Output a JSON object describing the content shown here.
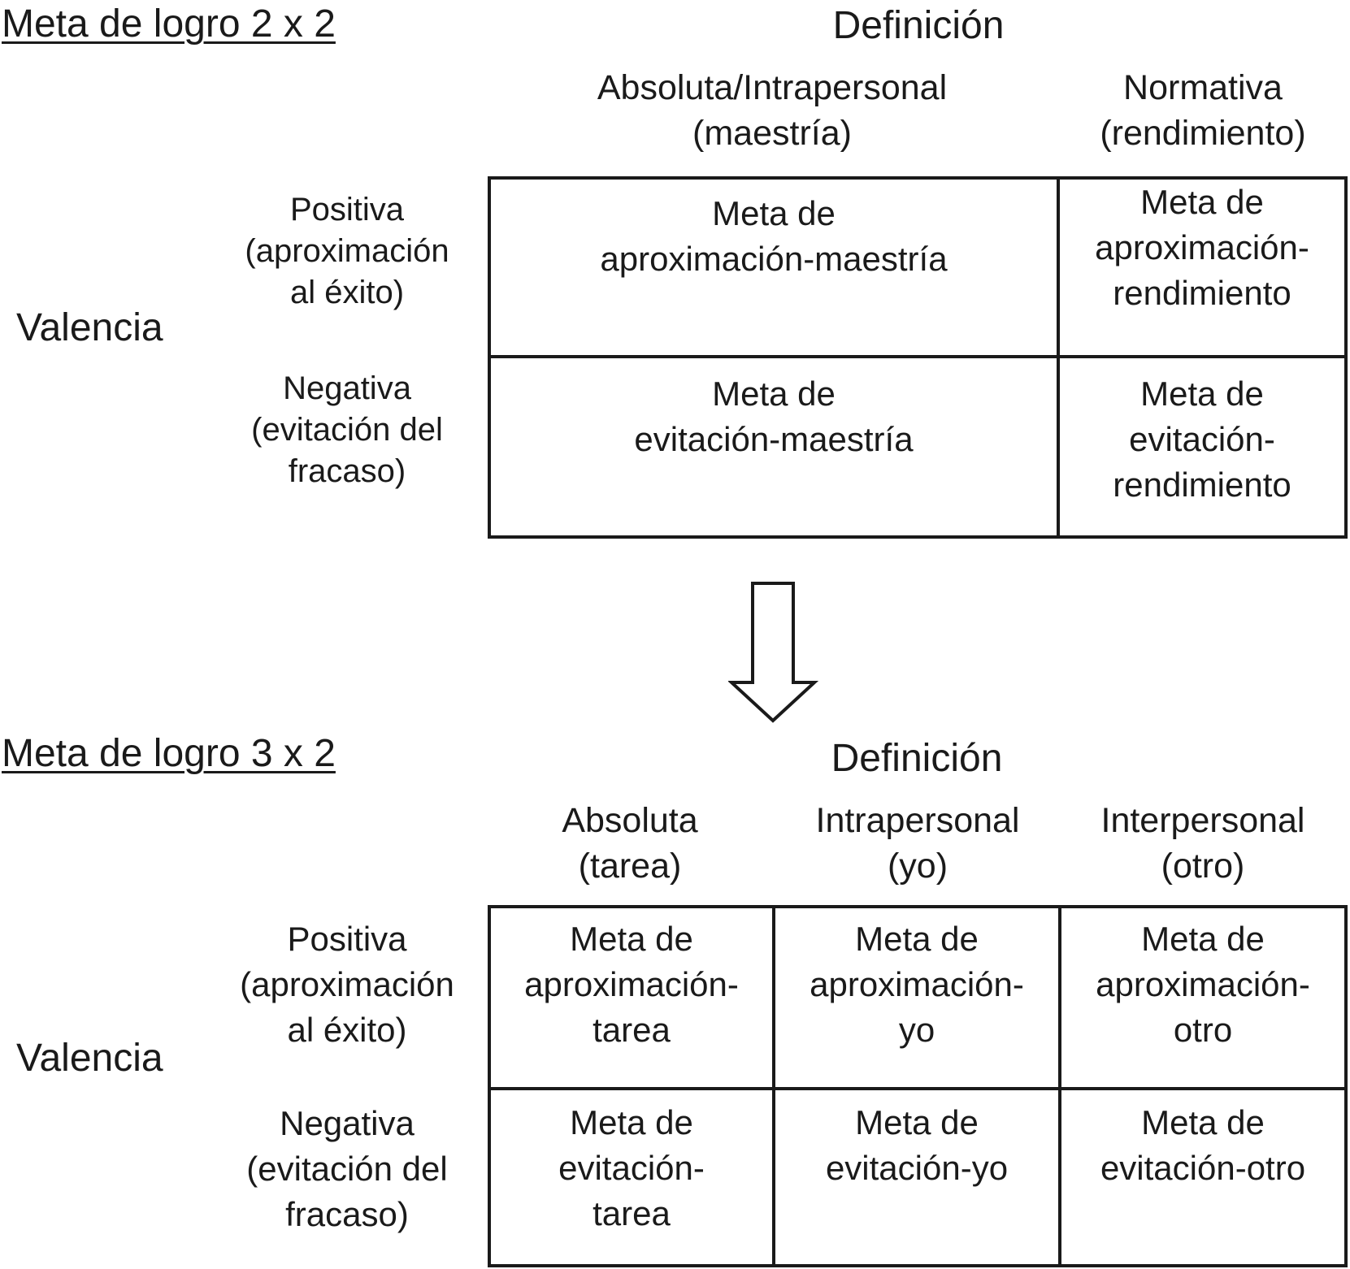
{
  "top": {
    "title": "Meta de logro 2 x 2",
    "definition": "Definición",
    "col_headers": [
      [
        "Absoluta/Intrapersonal",
        "(maestría)"
      ],
      [
        "Normativa",
        "(rendimiento)"
      ]
    ],
    "valencia": "Valencia",
    "row_headers": [
      [
        "Positiva",
        "(aproximación",
        "al éxito)"
      ],
      [
        "Negativa",
        "(evitación del",
        "fracaso)"
      ]
    ],
    "cells": [
      [
        [
          "Meta de",
          "aproximación-maestría"
        ],
        [
          "Meta de",
          "aproximación-",
          "rendimiento"
        ]
      ],
      [
        [
          "Meta de",
          "evitación-maestría"
        ],
        [
          "Meta de",
          "evitación-",
          "rendimiento"
        ]
      ]
    ]
  },
  "bottom": {
    "title": "Meta de logro 3 x 2",
    "definition": "Definición",
    "col_headers": [
      [
        "Absoluta",
        "(tarea)"
      ],
      [
        "Intrapersonal",
        "(yo)"
      ],
      [
        "Interpersonal",
        "(otro)"
      ]
    ],
    "valencia": "Valencia",
    "row_headers": [
      [
        "Positiva",
        "(aproximación",
        "al éxito)"
      ],
      [
        "Negativa",
        "(evitación del",
        "fracaso)"
      ]
    ],
    "cells": [
      [
        [
          "Meta de",
          "aproximación-",
          "tarea"
        ],
        [
          "Meta de",
          "aproximación-",
          "yo"
        ],
        [
          "Meta de",
          "aproximación-",
          "otro"
        ]
      ],
      [
        [
          "Meta de",
          "evitación-",
          "tarea"
        ],
        [
          "Meta de",
          "evitación-yo"
        ],
        [
          "Meta de",
          "evitación-otro"
        ]
      ]
    ]
  }
}
